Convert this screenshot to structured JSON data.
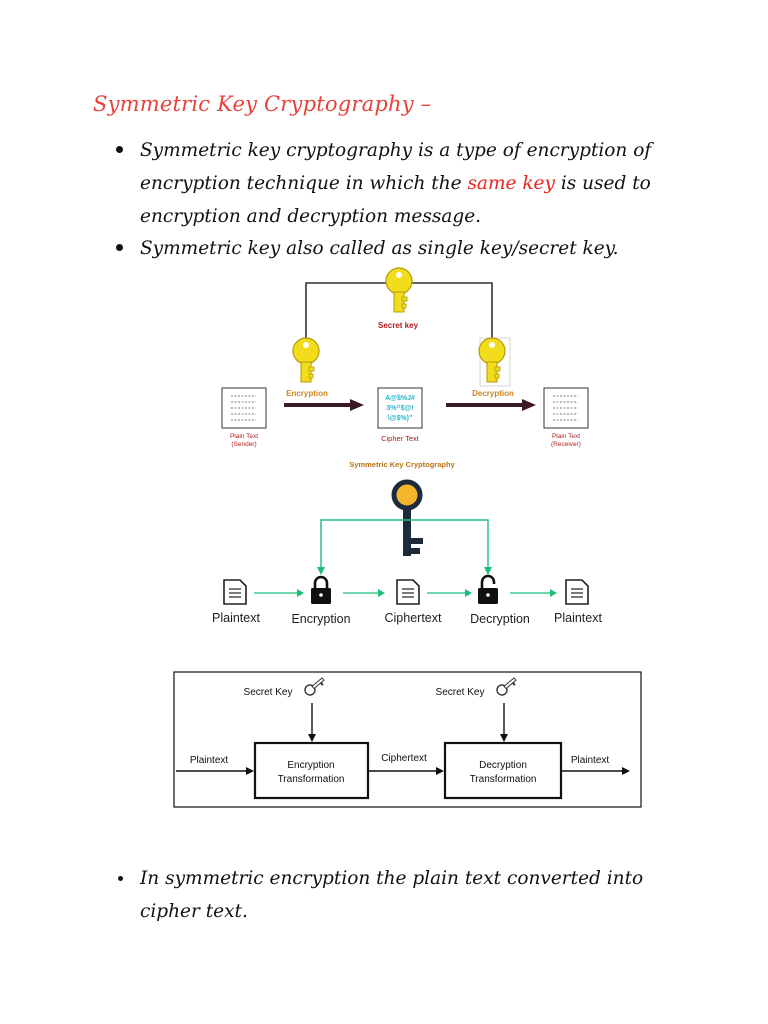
{
  "title": "Symmetric Key Cryptography –",
  "bullets": [
    {
      "line1": "Symmetric key cryptography is a type of encryption of",
      "line2_before": "encryption technique in which the ",
      "line2_highlight": "same key",
      "line2_after": " is used to",
      "line3": "encryption and decryption message."
    },
    {
      "line1": "Symmetric key also called as single key/secret key."
    }
  ],
  "diagram1": {
    "secret_key": "Secret key",
    "encryption": "Encryption",
    "decryption": "Decryption",
    "cipher_glyphs": [
      "A@$%J#",
      "3%^$@!",
      "\\@$%)\""
    ],
    "cipher_text": "Cipher Text",
    "sender_l1": "Plain Text",
    "sender_l2": "(Sender)",
    "receiver_l1": "Plain Text",
    "receiver_l2": "(Receiver)",
    "caption": "Symmetric Key Cryptography",
    "colors": {
      "key": "#f2dc1c",
      "arrow": "#3b1a24",
      "label_red": "#b01e1e",
      "label_orange": "#d1851d",
      "cipher": "#2bb5c8"
    }
  },
  "diagram2": {
    "labels": [
      "Plaintext",
      "Encryption",
      "Ciphertext",
      "Decryption",
      "Plaintext"
    ],
    "colors": {
      "arrow": "#1dbd7a",
      "key_head": "#f3b52b",
      "key_body": "#1c2b3a"
    }
  },
  "diagram3": {
    "secret_key_1": "Secret Key",
    "secret_key_2": "Secret Key",
    "plaintext_in": "Plaintext",
    "box1_l1": "Encryption",
    "box1_l2": "Transformation",
    "ciphertext": "Ciphertext",
    "box2_l1": "Decryption",
    "box2_l2": "Transformation",
    "plaintext_out": "Plaintext"
  },
  "bottom_bullet": {
    "line1": "In symmetric encryption the plain text converted into",
    "line2": "cipher text."
  }
}
